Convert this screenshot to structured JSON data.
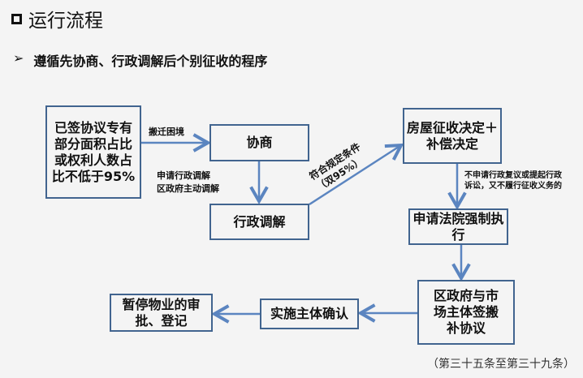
{
  "title": "运行流程",
  "subtitle": "遵循先协商、行政调解后个别征收的程序",
  "boxes": {
    "condition": "已签协议专有部分面积占比或权利人数占比不低于95%",
    "negotiate": "协商",
    "mediation": "行政调解",
    "decision": "房屋征收决定＋补偿决定",
    "court": "申请法院强制执行",
    "agreement": "区政府与市场主体签搬补协议",
    "confirm": "实施主体确认",
    "suspend": "暂停物业的审批、登记"
  },
  "labels": {
    "dilemma": "搬迁困境",
    "apply_line1": "申请行政调解",
    "apply_line2": "区政府主动调解",
    "meets": "符合规定条件（双95%）",
    "no_appeal": "不申请行政复议或提起行政诉讼，又不履行征收义务的"
  },
  "footer": "（第三十五条至第三十九条）"
}
